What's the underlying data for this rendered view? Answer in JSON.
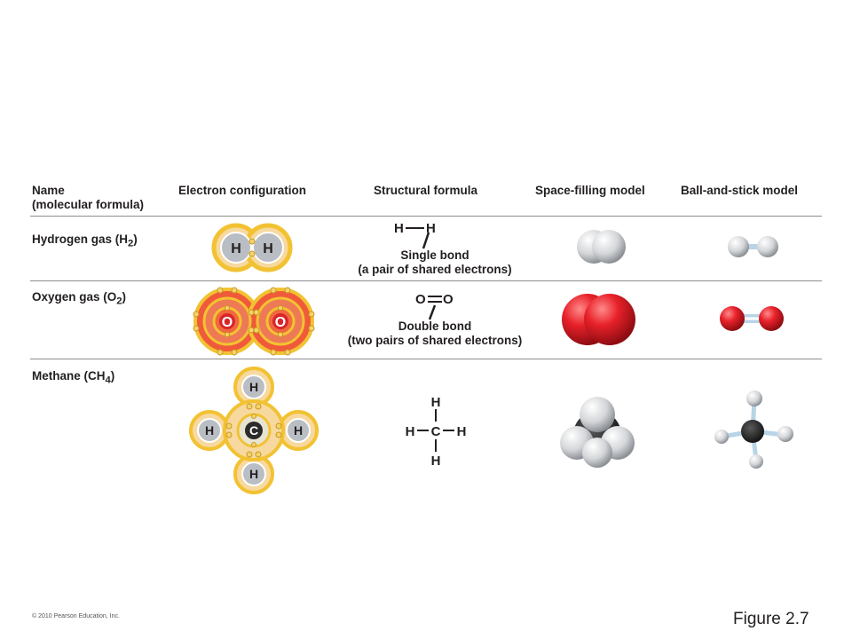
{
  "headers": {
    "name": "Name",
    "name_sub": "(molecular formula)",
    "electron_config": "Electron configuration",
    "structural": "Structural formula",
    "space_filling": "Space-filling model",
    "ball_stick": "Ball-and-stick model"
  },
  "rows": [
    {
      "name": "Hydrogen gas (H",
      "sub": "2",
      "close": ")",
      "structural": "H—H",
      "atom_labels": [
        "H",
        "H"
      ],
      "bond_caption_1": "Single bond",
      "bond_caption_2": "(a pair of shared electrons)"
    },
    {
      "name": "Oxygen gas (O",
      "sub": "2",
      "close": ")",
      "structural": "O═O",
      "atom_labels": [
        "O",
        "O"
      ],
      "bond_caption_1": "Double bond",
      "bond_caption_2": "(two pairs of shared electrons)"
    },
    {
      "name": "Methane (CH",
      "sub": "4",
      "close": ")",
      "atom_labels": [
        "H",
        "H",
        "C",
        "H",
        "H"
      ],
      "structural_atoms": {
        "center": "C",
        "top": "H",
        "left": "H",
        "right": "H",
        "bottom": "H"
      }
    }
  ],
  "colors": {
    "hydrogen_fill": "#b9bec4",
    "shell_yellow": "#f2c232",
    "oxygen_fill": "#ee7a55",
    "oxygen_core": "#d9262a",
    "carbon": "#2b2b2b",
    "rule": "#8c8c8c"
  },
  "footer": {
    "copyright": "© 2010 Pearson Education, Inc.",
    "figure": "Figure 2.7"
  }
}
